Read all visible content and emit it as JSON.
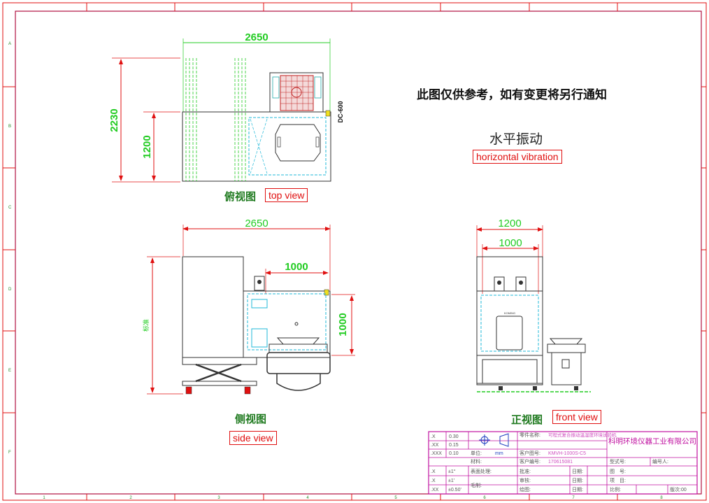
{
  "notice": "此图仅供参考，如有变更将另行通知",
  "vibration": {
    "cn": "水平振动",
    "en": "horizontal vibration"
  },
  "top_view": {
    "caption_cn": "俯视图",
    "caption_en": "top view",
    "dim_width": "2650",
    "dim_depth": "2230",
    "dim_inner": "1200",
    "model_label": "DC-600"
  },
  "side_view": {
    "caption_cn": "侧视图",
    "caption_en": "side view",
    "dim_width": "2650",
    "dim_table": "1000",
    "dim_height": "1000",
    "dim_total": "标准"
  },
  "front_view": {
    "caption_cn": "正视图",
    "caption_en": "front view",
    "dim_outer": "1200",
    "dim_inner": "1000",
    "nameplate": "KOMING"
  },
  "title_block": {
    "company": "科明环境仪器工业有限公司",
    "tolerance_rows": [
      {
        "k": ".X",
        "v": "0.30"
      },
      {
        "k": ".XX",
        "v": "0.15"
      },
      {
        "k": ".XXX",
        "v": "0.10"
      },
      {
        "k": ".X",
        "v": "±1°"
      },
      {
        "k": ".X",
        "v": "±1'"
      },
      {
        "k": ".XX",
        "v": "±0.50'"
      }
    ],
    "part_name_label": "零件名称:",
    "part_name_value": "可程式复合振动温湿度环境试验机",
    "drawing_no_label": "客户图号:",
    "drawing_no_value": "KMVH-1000S-C5",
    "unit_label": "单位:",
    "unit_value": "mm",
    "customer_no_label": "客户编号:",
    "customer_no_value": "170615081",
    "material_label": "材料:",
    "surface_label": "表面处理:",
    "weight_label": "毛制:",
    "approve_label": "批准:",
    "review_label": "审核:",
    "draw_label": "绘图:",
    "date_label": "日期:",
    "model_label": "型式号:",
    "editor_label": "编号人:",
    "figure_label": "图　号:",
    "project_label": "项　目:",
    "scale_label": "比例:",
    "version_label": "版次:00"
  },
  "grid_numbers": [
    "1",
    "2",
    "3",
    "4",
    "5",
    "6",
    "7",
    "8"
  ],
  "grid_letters": [
    "A",
    "B",
    "C",
    "D",
    "E",
    "F"
  ]
}
